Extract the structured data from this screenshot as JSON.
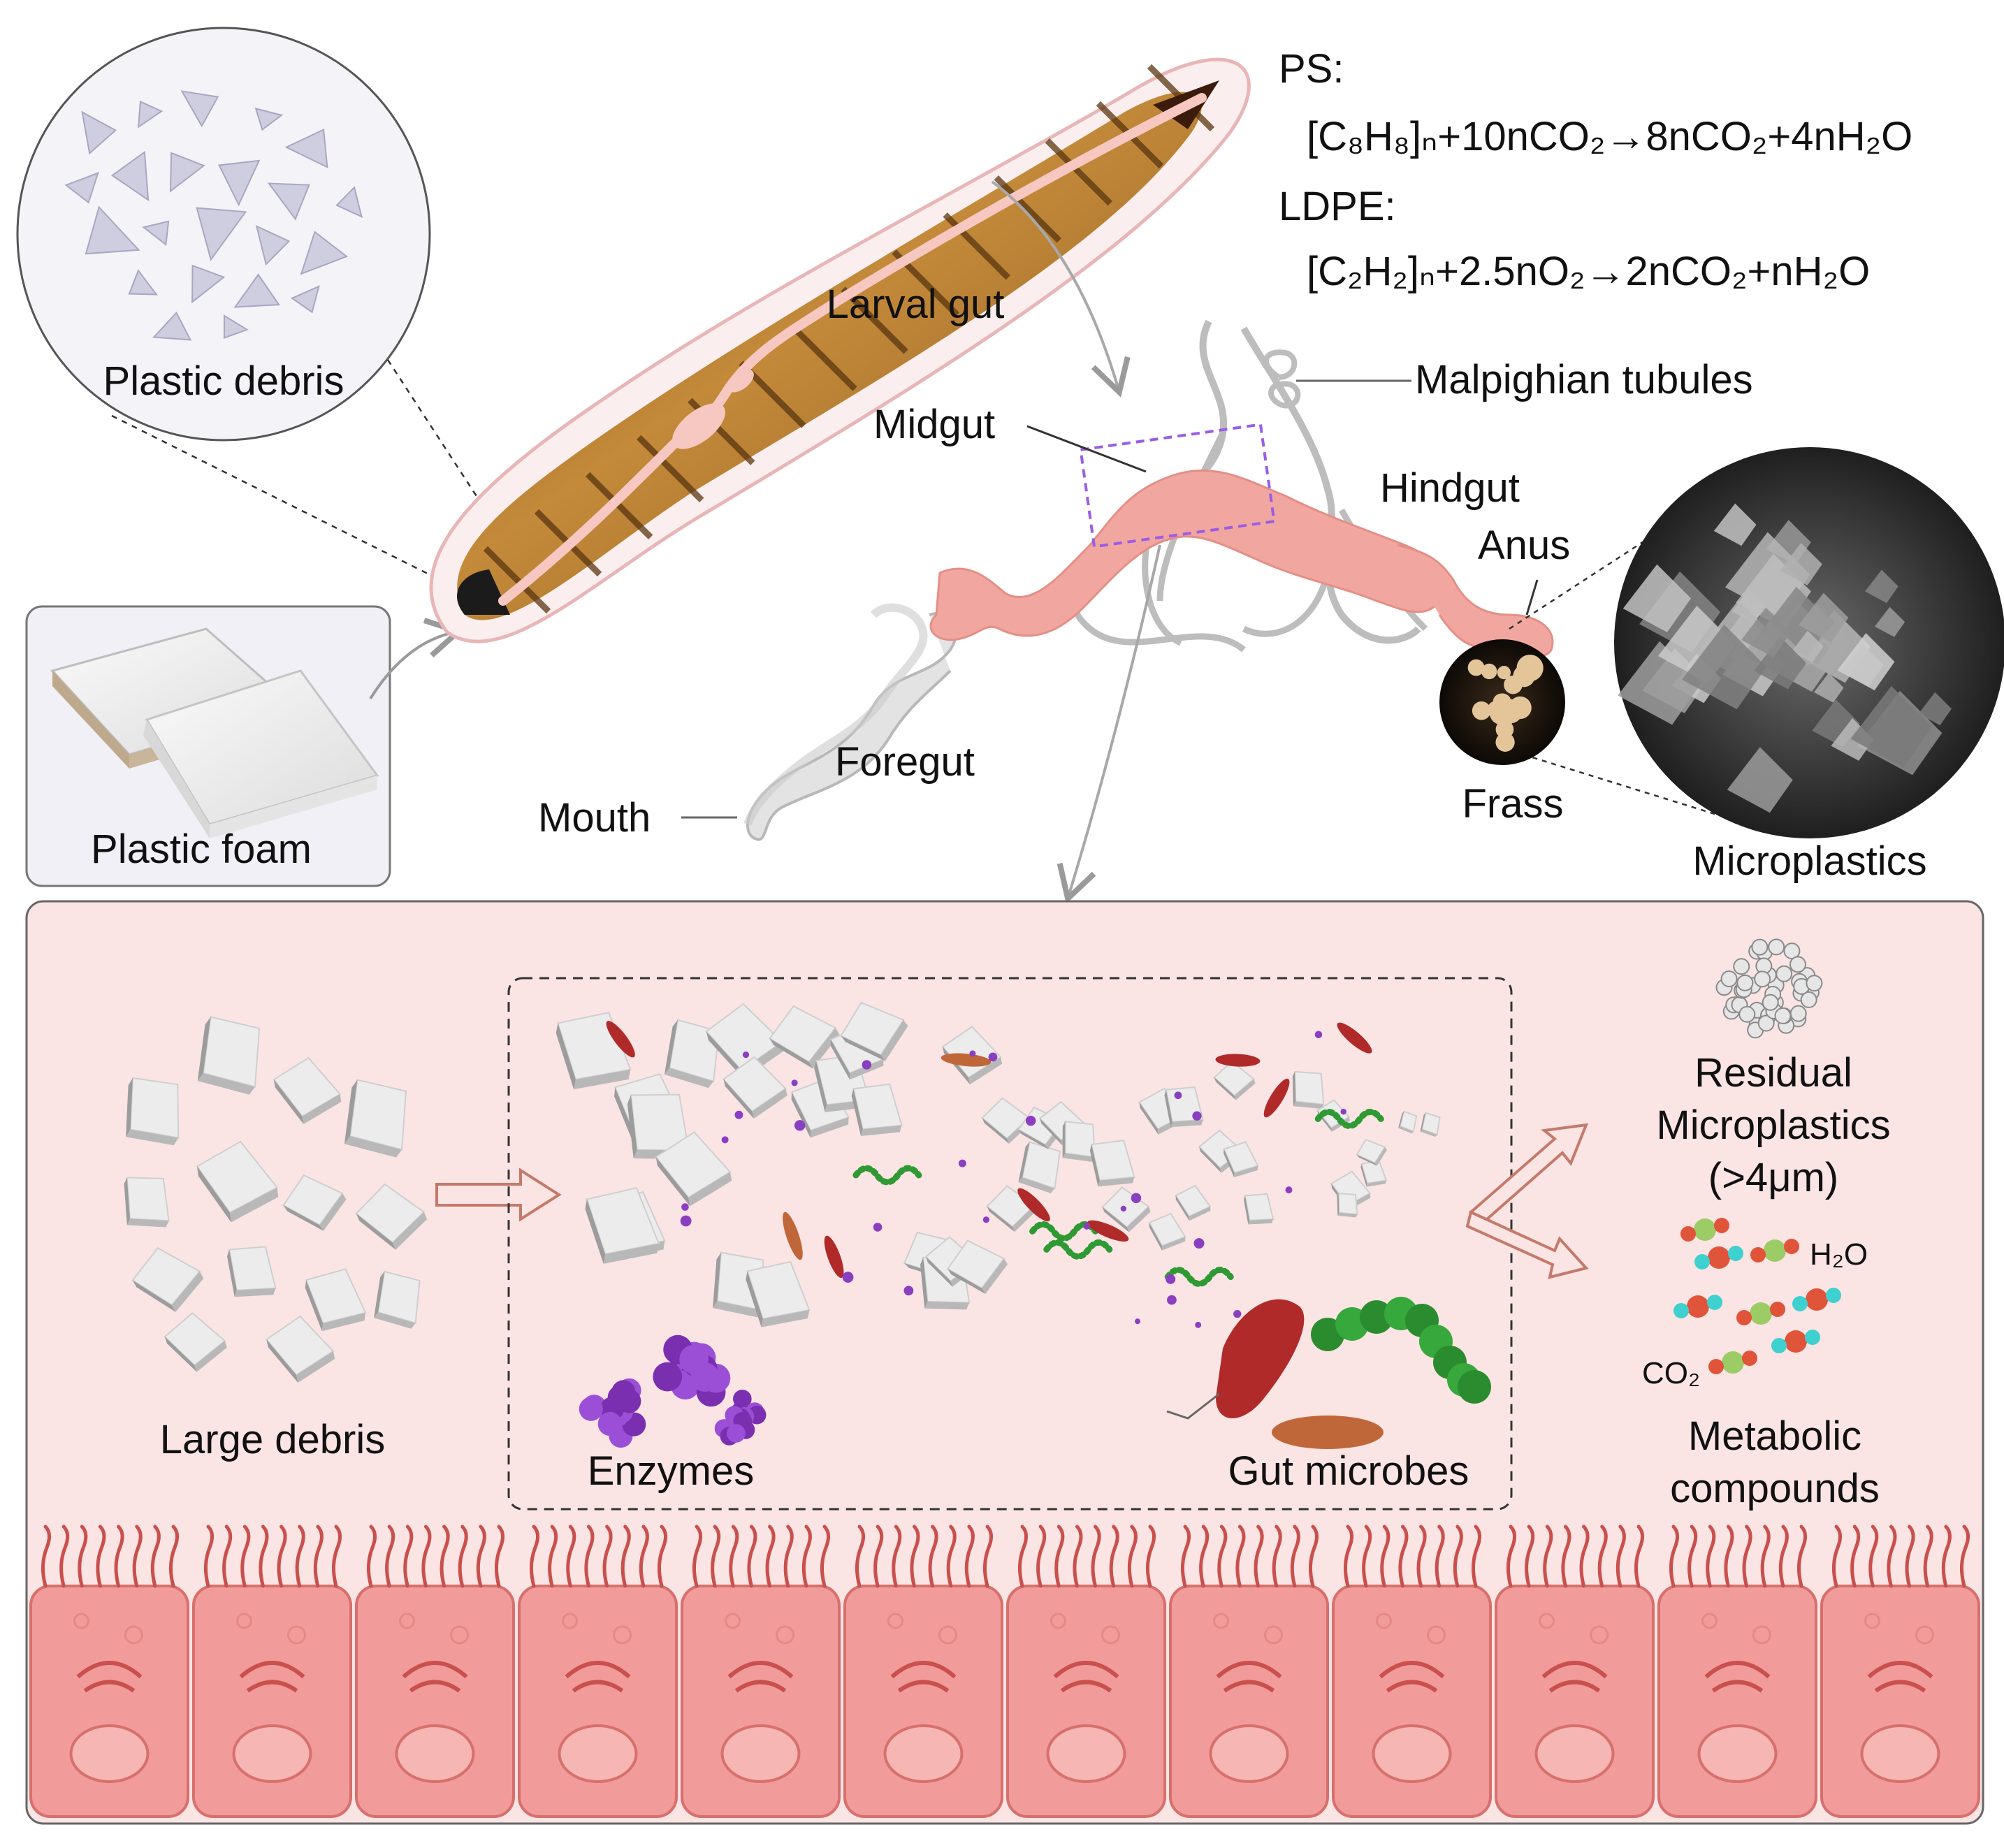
{
  "labels": {
    "plastic_debris": "Plastic debris",
    "plastic_foam": "Plastic foam",
    "larval_gut": "Larval gut",
    "midgut": "Midgut",
    "malpighian_tubules": "Malpighian tubules",
    "hindgut": "Hindgut",
    "anus": "Anus",
    "foregut": "Foregut",
    "mouth": "Mouth",
    "frass": "Frass",
    "microplastics": "Microplastics",
    "large_debris": "Large debris",
    "enzymes": "Enzymes",
    "gut_microbes": "Gut microbes",
    "residual_1": "Residual",
    "residual_2": "Microplastics",
    "residual_3": "(>4μm)",
    "metabolic_1": "Metabolic",
    "metabolic_2": "compounds",
    "h2o": "H₂O",
    "co2": "CO₂"
  },
  "equations": {
    "ps_label": "PS:",
    "ps_eq": "[C₈H₈]ₙ+10nCO₂→8nCO₂+4nH₂O",
    "ldpe_label": "LDPE:",
    "ldpe_eq": "[C₂H₂]ₙ+2.5nO₂→2nCO₂+nH₂O"
  },
  "colors": {
    "panel_bg": "#fbe4e4",
    "gut_pink": "#f0a7a0",
    "cell_pink": "#f19b9b",
    "larva_brown": "#b7802f",
    "dashed_purple": "#9b5de5",
    "enzyme_purple": "#8a3fc1",
    "microbe_red": "#b02a2a",
    "microbe_green": "#2f9a34",
    "microbe_orange": "#c0673a",
    "plastic_grey": "#c9c9cc"
  },
  "epithelium": {
    "cell_count": 12
  }
}
